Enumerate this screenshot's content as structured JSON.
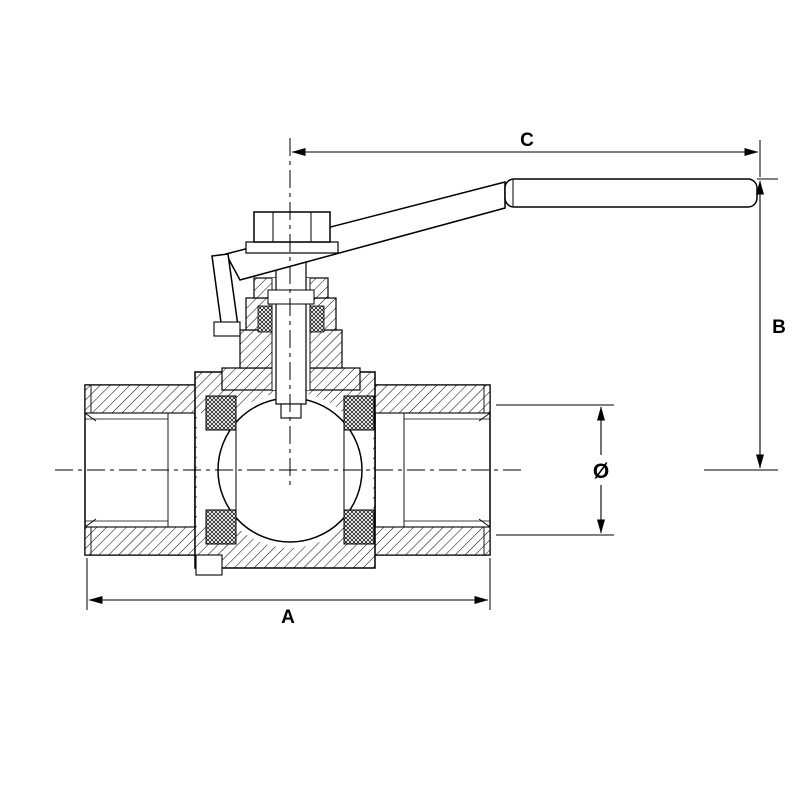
{
  "drawing": {
    "type": "ball-valve-cross-section",
    "labels": {
      "a": "A",
      "b": "B",
      "c": "C",
      "diameter": "Ø"
    },
    "colors": {
      "line": "#000000",
      "background": "#ffffff"
    }
  }
}
